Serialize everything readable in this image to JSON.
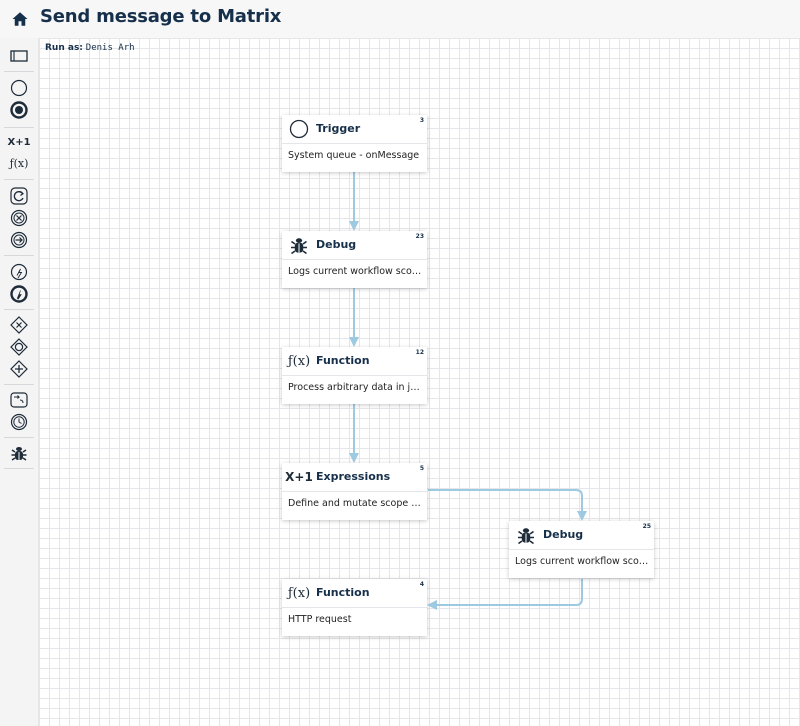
{
  "header": {
    "title": "Send message to Matrix",
    "home_icon": "home-icon"
  },
  "run_as": {
    "label": "Run as:",
    "value": "Denis Arh"
  },
  "sidebar": {
    "tools": [
      {
        "name": "visual-group-icon"
      },
      {
        "name": "event-circle-icon"
      },
      {
        "name": "end-event-icon"
      },
      {
        "name": "expressions-tool",
        "text": "X+1"
      },
      {
        "name": "function-tool",
        "text": "ƒ(x)"
      },
      {
        "name": "iterator-icon"
      },
      {
        "name": "error-icon"
      },
      {
        "name": "continue-icon"
      },
      {
        "name": "prompt-icon"
      },
      {
        "name": "delay-icon"
      },
      {
        "name": "gateway-exclusive-icon"
      },
      {
        "name": "gateway-inclusive-icon"
      },
      {
        "name": "gateway-parallel-icon"
      },
      {
        "name": "comment-icon"
      },
      {
        "name": "timer-icon"
      },
      {
        "name": "debug-icon"
      }
    ]
  },
  "nodes": [
    {
      "id": "3",
      "title": "Trigger",
      "description": "System queue - onMessage",
      "icon": "trigger-icon"
    },
    {
      "id": "23",
      "title": "Debug",
      "description": "Logs current workflow scop...",
      "icon": "bug-icon"
    },
    {
      "id": "12",
      "title": "Function",
      "description": "Process arbitrary data in js...",
      "icon": "function-icon",
      "icon_text": "ƒ(x)"
    },
    {
      "id": "5",
      "title": "Expressions",
      "description": "Define and mutate scope v...",
      "icon": "expressions-icon",
      "icon_text": "X+1"
    },
    {
      "id": "25",
      "title": "Debug",
      "description": "Logs current workflow scop...",
      "icon": "bug-icon"
    },
    {
      "id": "4",
      "title": "Function",
      "description": "HTTP request",
      "icon": "function-icon",
      "icon_text": "ƒ(x)"
    }
  ],
  "colors": {
    "title": "#162f4a",
    "edge": "#9ecae1",
    "grid": "#e4e6e9"
  }
}
